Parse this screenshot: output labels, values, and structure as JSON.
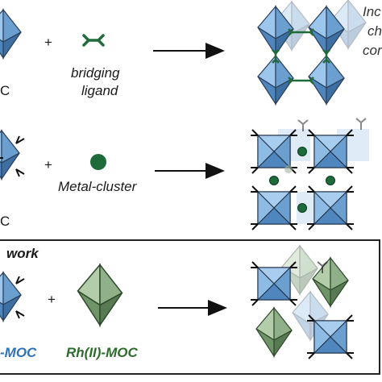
{
  "row1": {
    "moc_label_fragment": "C",
    "plus": "+",
    "ligand_label_line1": "bridging",
    "ligand_label_line2": "ligand",
    "side_text": [
      "Inc",
      "ch",
      "cor"
    ]
  },
  "row2": {
    "moc_label_fragment": "C",
    "plus": "+",
    "cluster_label": "Metal-cluster"
  },
  "row3": {
    "section_title": "work",
    "plus": "+",
    "moc_label_fragment": "-MOC",
    "rh_label": "Rh(II)-MOC"
  },
  "colors": {
    "blue_octahedron": "#6a9fd0",
    "green_octahedron": "#7fa27a",
    "ligand_green": "#1f6b3a",
    "cluster_green": "#1d6b3a",
    "label_blue": "#2f72b8",
    "label_green": "#2e6b2e"
  }
}
